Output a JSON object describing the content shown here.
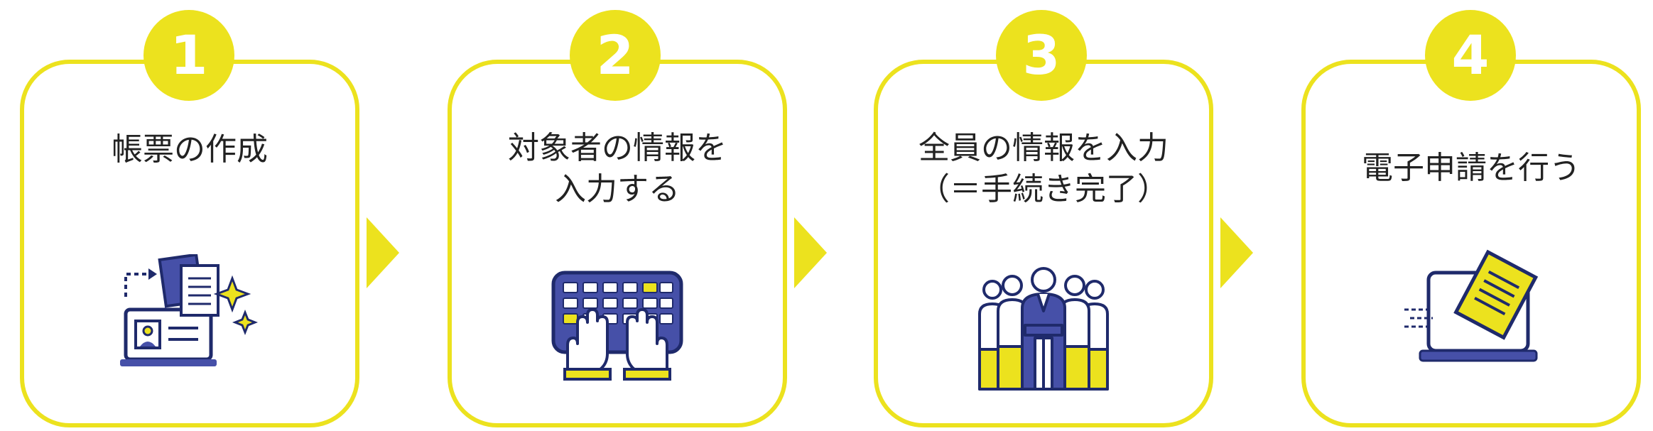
{
  "colors": {
    "accent": "#ece21e",
    "icon_blue": "#4650a8",
    "icon_dark": "#1f2a6b",
    "text": "#222222"
  },
  "steps": [
    {
      "number": "1",
      "lines": [
        "帳票の作成"
      ],
      "icon": "document-create-icon"
    },
    {
      "number": "2",
      "lines": [
        "対象者の情報を",
        "入力する"
      ],
      "icon": "keyboard-typing-icon"
    },
    {
      "number": "3",
      "lines": [
        "全員の情報を入力",
        "（＝手続き完了）"
      ],
      "icon": "team-group-icon"
    },
    {
      "number": "4",
      "lines": [
        "電子申請を行う"
      ],
      "icon": "laptop-submit-document-icon"
    }
  ]
}
